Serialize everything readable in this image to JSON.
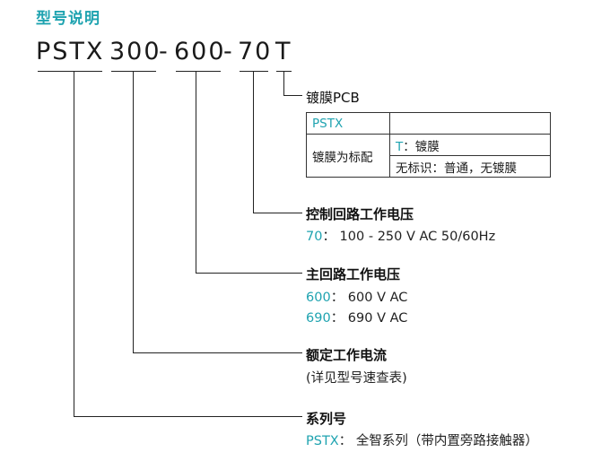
{
  "title": "型号说明",
  "model_code": {
    "series": "PSTX",
    "current": "300",
    "voltage": "600",
    "control": "70",
    "pcb": "T",
    "sep": "-"
  },
  "pcb_section": {
    "heading": "镀膜PCB",
    "table_header": "PSTX",
    "row_label": "镀膜为标配",
    "option_t_code": "T",
    "option_t_text": "：镀膜",
    "option_none": "无标识：普通，无镀膜"
  },
  "control_section": {
    "heading": "控制回路工作电压",
    "code": "70",
    "text": "：  100 - 250 V AC 50/60Hz"
  },
  "main_section": {
    "heading": "主回路工作电压",
    "items": [
      {
        "code": "600",
        "text": "：  600 V AC"
      },
      {
        "code": "690",
        "text": "：  690 V AC"
      }
    ]
  },
  "current_section": {
    "heading": "额定工作电流",
    "note": "(详见型号速查表)"
  },
  "series_section": {
    "heading": "系列号",
    "code": "PSTX",
    "text": "：  全智系列（带内置旁路接触器）"
  },
  "colors": {
    "accent": "#1fa3b0",
    "text": "#1a1a1a",
    "line": "#222222"
  }
}
